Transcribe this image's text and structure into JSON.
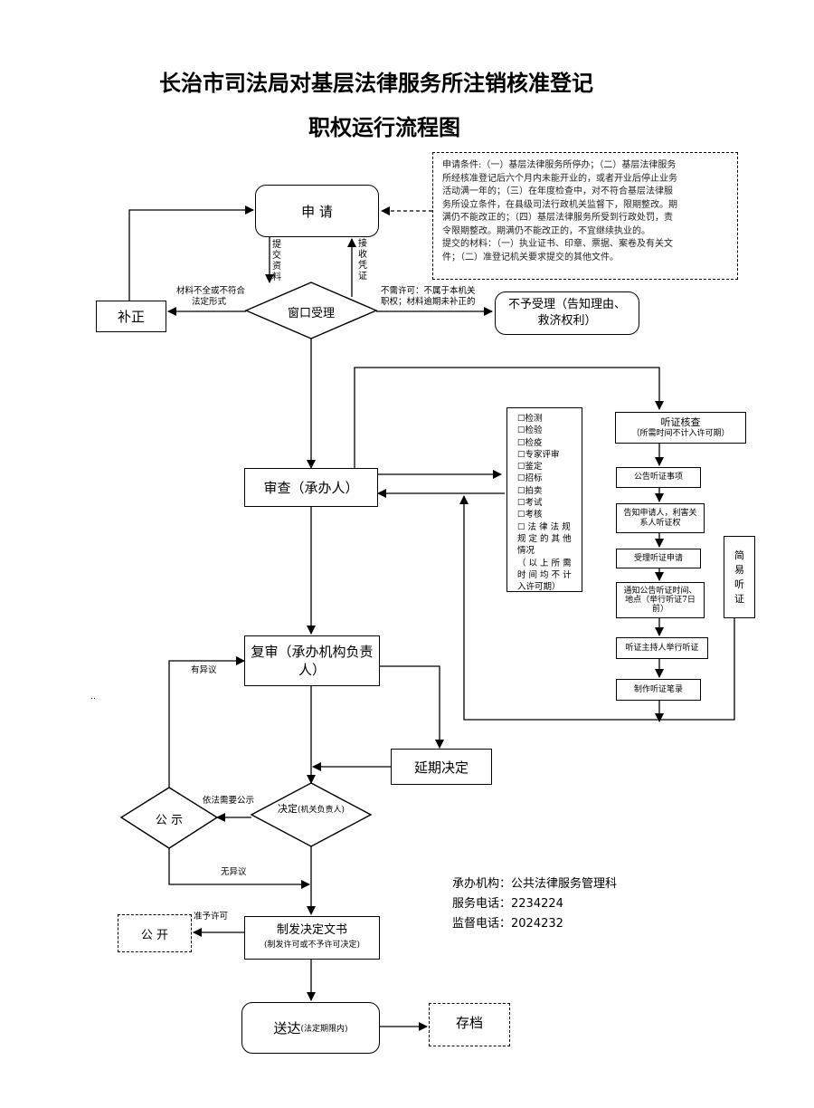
{
  "title": {
    "line1": "长治市司法局对基层法律服务所注销核准登记",
    "line2": "职权运行流程图"
  },
  "conditions": [
    "申请条件:（一）基层法律服务所停办；（二）基层法律服务",
    "所经核准登记后六个月内未能开业的，或者开业后停止业务",
    "活动满一年的；（三）在年度检查中，对不符合基层法律服",
    "务所设立条件，在县级司法行政机关监督下，限期整改。期",
    "满仍不能改正的；（四）基层法律服务所受到行政处罚，责",
    "令限期整改。期满仍不能改正的，不宜继续执业的。",
    "提交的材料：（一）执业证书、印章、票据、案卷及有关文",
    "件；（二）准登记机关要求提交的其他文件。"
  ],
  "nodes": {
    "apply": "申 请",
    "window": "窗口受理",
    "supplement": "补正",
    "reject": "不予受理（告知理由、救济权利）",
    "review": "审查（承办人）",
    "recheck": "复审（承办机构负责人）",
    "delay": "延期决定",
    "decision_main": "决定",
    "decision_sub": "(机关负责人)",
    "publicity": "公 示",
    "issue_main": "制发决定文书",
    "issue_sub": "(制发许可或不予许可决定)",
    "open": "公 开",
    "deliver_main": "送达",
    "deliver_sub": "(法定期限内)",
    "archive": "存档"
  },
  "edge_labels": {
    "submit": "提交资料",
    "receipt": "接收凭证",
    "incomplete_1": "材料不全或不符合",
    "incomplete_2": "法定形式",
    "no_permit_1": "不需许可：不属于本机关",
    "no_permit_2": "职权；材料逾期未补正的",
    "objection": "有异议",
    "need_publicity": "依法需要公示",
    "no_objection": "无异议",
    "grant": "准予许可"
  },
  "checklist": [
    "☐检测",
    "☐检验",
    "☐检疫",
    "☐专家评审",
    "☐鉴定",
    "☐招标",
    "☐拍卖",
    "☐考试",
    "☐考核",
    "☐ 法 律 法 规",
    "规 定 的 其 他",
    "情况",
    "（ 以 上 所 需",
    "时 间 均 不 计",
    "入许可期）"
  ],
  "hearing": {
    "title": "听证核查",
    "title_note": "（所需时间不计入许可期）",
    "steps": [
      "公告听证事项",
      "告知申请人，利害关系人听证权",
      "受理听证申请",
      "通知公告听证时间、地点（举行听证7日前）",
      "听证主持人举行听证",
      "制作听证笔录"
    ],
    "simple": "简易听证"
  },
  "contact": {
    "org": "承办机构：公共法律服务管理科",
    "phone": "服务电话：2234224",
    "supervise": "监督电话：2024232"
  },
  "stray_mark": ".."
}
